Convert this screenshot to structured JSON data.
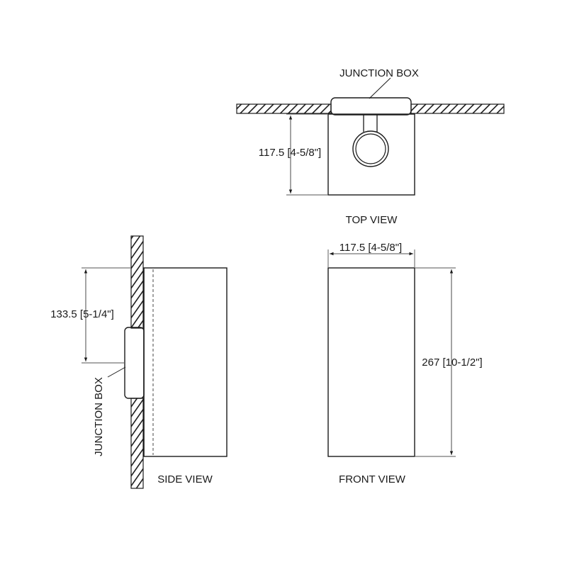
{
  "top_view": {
    "title": "TOP VIEW",
    "callout": "JUNCTION BOX",
    "depth_dimension": "117.5 [4-5/8\"]"
  },
  "side_view": {
    "title": "SIDE VIEW",
    "callout": "JUNCTION BOX",
    "offset_dimension": "133.5 [5-1/4\"]"
  },
  "front_view": {
    "title": "FRONT VIEW",
    "width_dimension": "117.5 [4-5/8\"]",
    "height_dimension": "267 [10-1/2\"]"
  },
  "colors": {
    "line": "#1a1a1a",
    "hatch": "#1a1a1a",
    "background": "#ffffff"
  }
}
